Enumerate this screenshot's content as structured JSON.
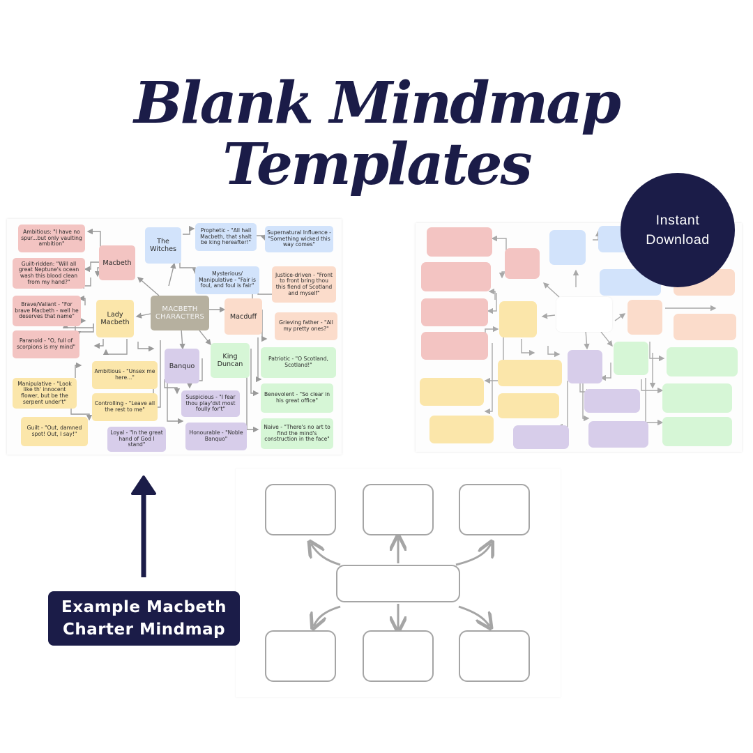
{
  "title": {
    "line1": "Blank Mindmap",
    "line2": "Templates"
  },
  "badge": {
    "line1": "Instant",
    "line2": "Download"
  },
  "example_label": {
    "line1": "Example Macbeth",
    "line2": "Charter Mindmap"
  },
  "colors": {
    "navy": "#1b1c48",
    "red": "#f3c4c2",
    "blue": "#d2e3fb",
    "yellow": "#fbe6aa",
    "green": "#d6f6d6",
    "purple": "#d7cdea",
    "peach": "#fbdccb",
    "center": "#b6b09f"
  },
  "example_map": {
    "center": "MACBETH CHARACTERS",
    "characters": {
      "macbeth": "Macbeth",
      "witches": "The Witches",
      "lady_macbeth": "Lady Macbeth",
      "macduff": "Macduff",
      "banquo": "Banquo",
      "duncan": "King Duncan"
    },
    "notes": {
      "ambitious_mac": "Ambitious: \"I have no spur...but only vaulting ambition\"",
      "guilt_ridden": "Guilt-ridden: \"Will all great Neptune's ocean wash this blood clean from my hand?\"",
      "brave": "Brave/Valiant - \"For brave Macbeth - well he deserves that name\"",
      "paranoid": "Paranoid - \"O, full of scorpions is my mind\"",
      "prophetic": "Prophetic - \"All hail Macbeth, that shalt be king hereafter!\"",
      "supernatural": "Supernatural Influence - \"Something wicked this way comes\"",
      "mysterious": "Mysterious/ Manipulative - \"Fair is foul, and foul is fair\"",
      "justice": "Justice-driven - \"Front to front bring thou this fiend of Scotland and myself\"",
      "grieving": "Grieving father - \"All my pretty ones?\"",
      "patriotic": "Patriotic - \"O Scotland, Scotland!\"",
      "ambitious_lady": "Ambitious - \"Unsex me here...\"",
      "controlling": "Controlling - \"Leave all the rest to me\"",
      "manipulative": "Manipulative - \"Look like th' innocent flower, but be the serpent under't\"",
      "guilt": "Guilt - \"Out, damned spot! Out, I say!\"",
      "loyal": "Loyal - \"In the great hand of God I stand\"",
      "suspicious": "Suspicious - \"I fear thou play'dst most foully for't\"",
      "honourable": "Honourable - \"Noble Banquo\"",
      "benevolent": "Benevolent - \"So clear in his great office\"",
      "naive": "Naive - \"There's no art to find the mind's construction in the face\""
    }
  }
}
